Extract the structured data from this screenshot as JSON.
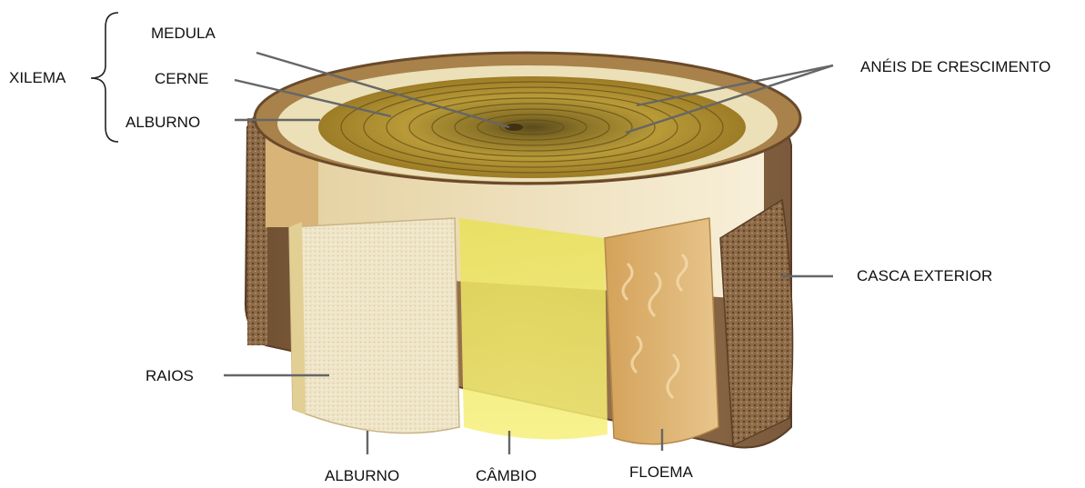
{
  "labels": {
    "xilema": "XILEMA",
    "medula": "MEDULA",
    "cerne": "CERNE",
    "alburno_top": "ALBURNO",
    "aneis": "ANÉIS DE CRESCIMENTO",
    "casca": "CASCA EXTERIOR",
    "raios": "RAIOS",
    "alburno_bottom": "ALBURNO",
    "cambio": "CÂMBIO",
    "floema": "FLOEMA"
  },
  "colors": {
    "bark": "#8b6a4a",
    "heartwood": "#b8922e",
    "sapwood": "#efe4c2",
    "cambium": "#f2ea3a",
    "phloem": "#d9ae6b",
    "leader": "#6a6a6a"
  }
}
